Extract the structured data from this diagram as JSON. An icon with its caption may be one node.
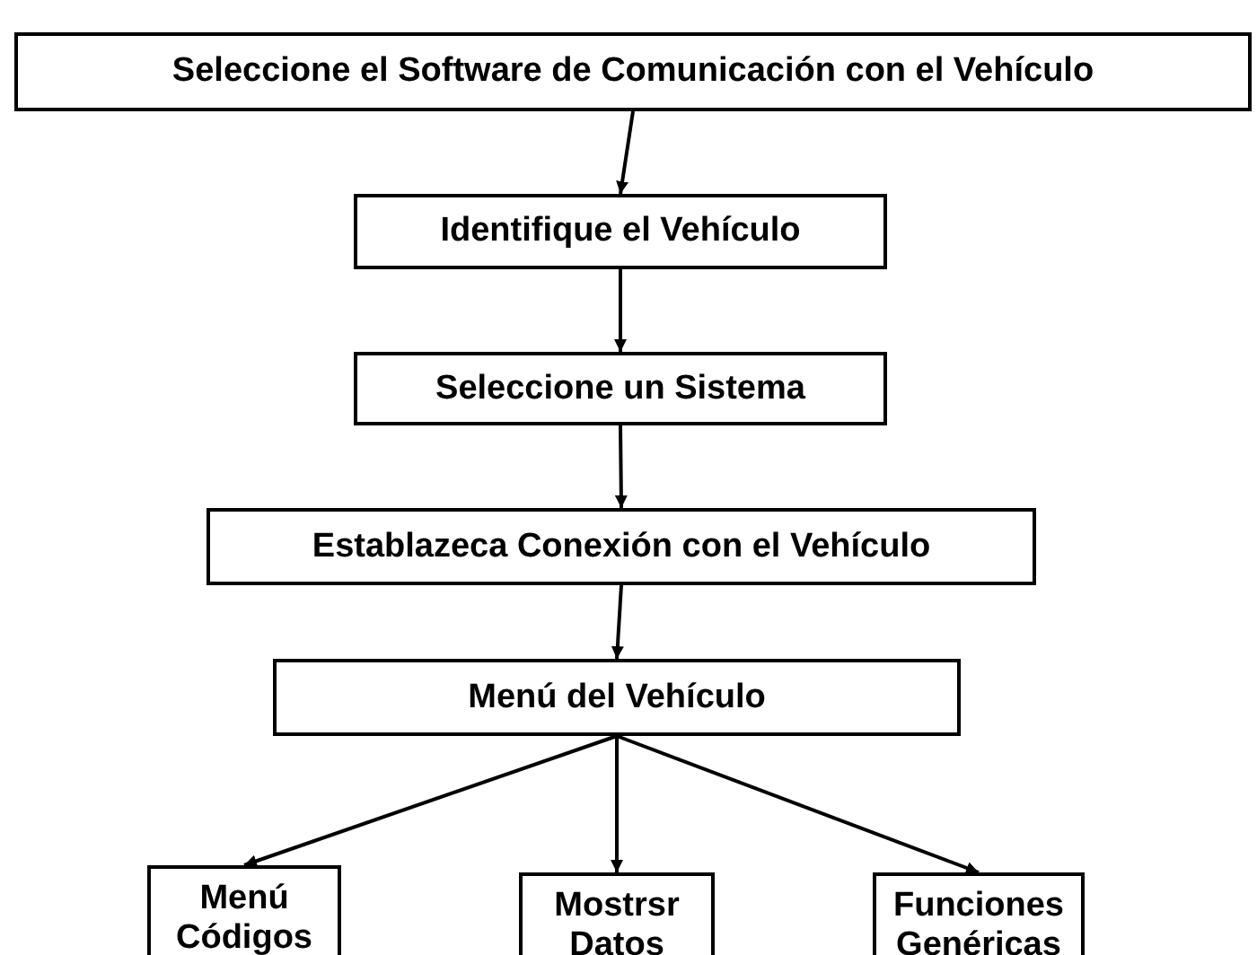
{
  "diagram": {
    "nodes": [
      {
        "text": [
          "Seleccione el Software de Comunicación con el Vehículo"
        ]
      },
      {
        "text": [
          "Identifique el Vehículo"
        ]
      },
      {
        "text": [
          "Seleccione un Sistema"
        ]
      },
      {
        "text": [
          "Establazeca Conexión con el Vehículo"
        ]
      },
      {
        "text": [
          "Menú del Vehículo"
        ]
      },
      {
        "text": [
          "Menú Códigos"
        ]
      },
      {
        "text": [
          "Mostrsr Datos"
        ]
      },
      {
        "text": [
          "Funciones Genéricas"
        ]
      }
    ],
    "edges": [
      {
        "from": 0,
        "to": 1,
        "arrow": "to"
      },
      {
        "from": 1,
        "to": 2,
        "arrow": "to"
      },
      {
        "from": 2,
        "to": 3,
        "arrow": "to"
      },
      {
        "from": 3,
        "to": 4,
        "arrow": "to"
      },
      {
        "from": 4,
        "to": 5,
        "arrow": "to"
      },
      {
        "from": 4,
        "to": 6,
        "arrow": "to"
      },
      {
        "from": 4,
        "to": 7,
        "arrow": "to"
      }
    ]
  }
}
